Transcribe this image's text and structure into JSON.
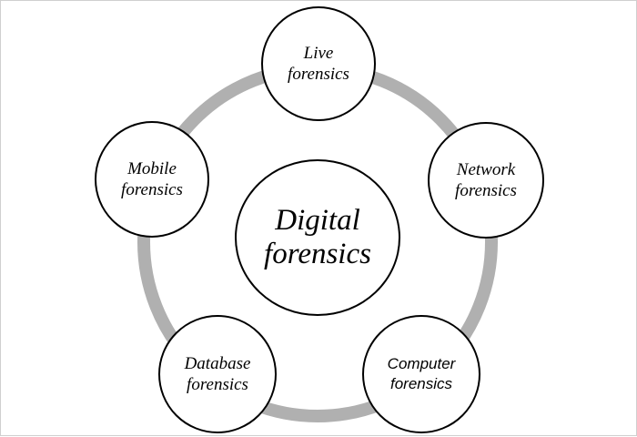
{
  "colors": {
    "ring": "#b0b0b0",
    "node_border": "#000000",
    "node_fill": "#ffffff",
    "text": "#000000"
  },
  "center": {
    "line1": "Digital",
    "line2": "forensics"
  },
  "nodes": {
    "live": {
      "line1": "Live",
      "line2": "forensics"
    },
    "network": {
      "line1": "Network",
      "line2": "forensics"
    },
    "computer": {
      "line1": "Computer",
      "line2": "forensics"
    },
    "database": {
      "line1": "Database",
      "line2": "forensics"
    },
    "mobile": {
      "line1": "Mobile",
      "line2": "forensics"
    }
  }
}
